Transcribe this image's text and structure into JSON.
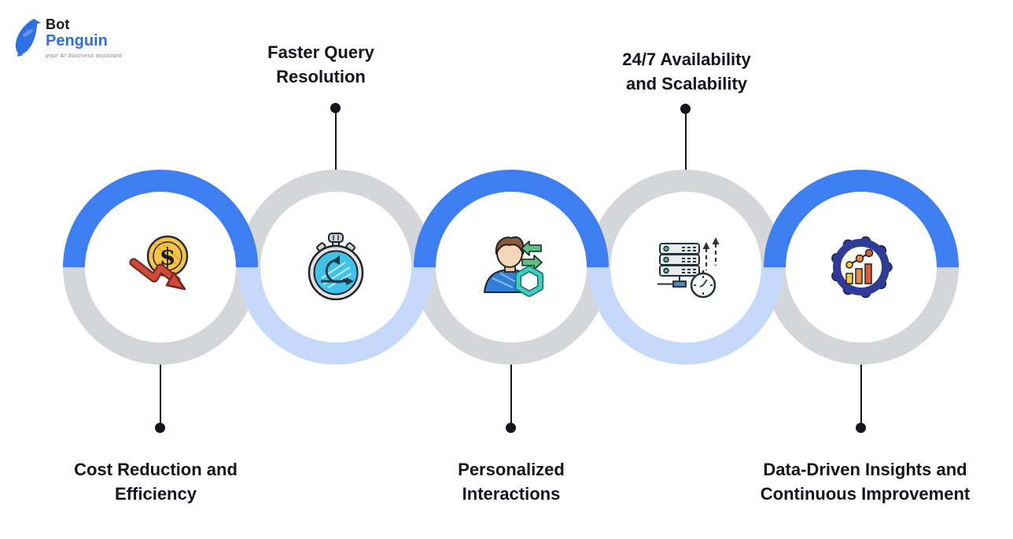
{
  "logo": {
    "line1": "Bot",
    "line2": "Penguin",
    "tagline": "your AI business assistant",
    "icon": "penguin-logo-icon"
  },
  "colors": {
    "accent_blue": "#3d7ef2",
    "pale_blue": "#c6d9fa",
    "ring_gray": "#d4d6d9",
    "connector_black": "#14141e",
    "text": "#14141e",
    "brand_blue": "#2f6fe4",
    "brand_black": "#15161a",
    "tagline_gray": "#7d838c"
  },
  "steps": [
    {
      "line1": "Cost Reduction and",
      "line2": "Efficiency",
      "label_position": "bottom",
      "icon": "dollar-coin-decrease-icon",
      "ring_top": "#3d7ef2",
      "ring_bottom": "#d4d6d9"
    },
    {
      "line1": "Faster Query",
      "line2": "Resolution",
      "label_position": "top",
      "icon": "stopwatch-sprint-icon",
      "ring_top": "#d4d6d9",
      "ring_bottom": "#c6d9fa"
    },
    {
      "line1": "Personalized",
      "line2": "Interactions",
      "label_position": "bottom",
      "icon": "person-exchange-icon",
      "ring_top": "#3d7ef2",
      "ring_bottom": "#d4d6d9"
    },
    {
      "line1": "24/7 Availability",
      "line2": "and Scalability",
      "label_position": "top",
      "icon": "server-uptime-clock-icon",
      "ring_top": "#d4d6d9",
      "ring_bottom": "#c6d9fa"
    },
    {
      "line1": "Data-Driven Insights and",
      "line2": "Continuous Improvement",
      "label_position": "bottom",
      "icon": "gear-analytics-icon",
      "ring_top": "#3d7ef2",
      "ring_bottom": "#d4d6d9"
    }
  ]
}
